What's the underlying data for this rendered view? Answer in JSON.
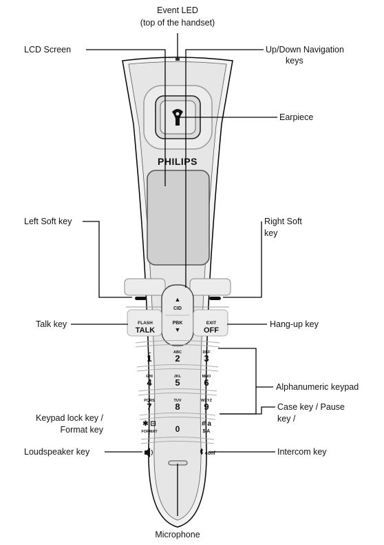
{
  "labels": {
    "event_led_1": "Event LED",
    "event_led_2": "(top of the handset)",
    "lcd_screen": "LCD Screen",
    "nav_keys_1": "Up/Down Navigation",
    "nav_keys_2": "keys",
    "earpiece": "Earpiece",
    "left_soft_key": "Left Soft key",
    "right_soft_key_1": "Right Soft",
    "right_soft_key_2": "key",
    "talk_key": "Talk key",
    "hangup_key": "Hang-up key",
    "alphanumeric_keypad": "Alphanumeric keypad",
    "keypad_lock_1": "Keypad lock key /",
    "keypad_lock_2": "Format key",
    "case_key_1": "Case key / Pause",
    "case_key_2": "key /",
    "loudspeaker_key": "Loudspeaker key",
    "intercom_key": "Intercom key",
    "microphone": "Microphone"
  },
  "handset": {
    "brand": "PHILIPS",
    "nav_up_arrow": "▲",
    "nav_up_label": "CID",
    "nav_down_label": "PBK",
    "nav_down_arrow": "▼",
    "talk_top": "FLASH",
    "talk_main": "TALK",
    "off_top": "EXIT",
    "off_main": "OFF",
    "keys": [
      {
        "sub": "⌴",
        "num": "1"
      },
      {
        "sub": "ABC",
        "num": "2"
      },
      {
        "sub": "DEF",
        "num": "3"
      },
      {
        "sub": "GHI",
        "num": "4"
      },
      {
        "sub": "JKL",
        "num": "5"
      },
      {
        "sub": "MNO",
        "num": "6"
      },
      {
        "sub": "PQRS",
        "num": "7"
      },
      {
        "sub": "TUV",
        "num": "8"
      },
      {
        "sub": "WXYZ",
        "num": "9"
      }
    ],
    "star_key": "✱ ⊡",
    "star_sub": "FORMAT",
    "zero_key": "0",
    "hash_key": "# a",
    "hash_sub": "$ A",
    "speaker_icon": "speaker-icon",
    "intercom_text": "conf"
  }
}
